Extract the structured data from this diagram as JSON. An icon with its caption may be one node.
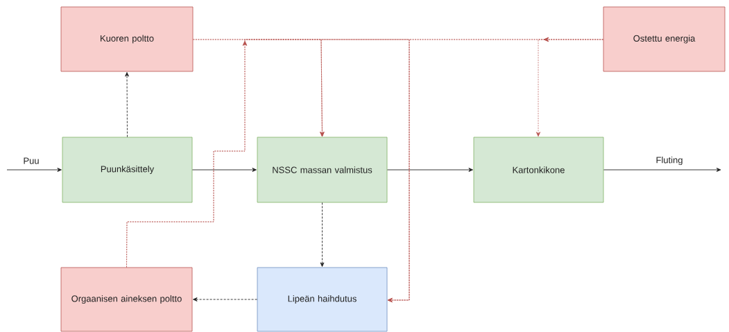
{
  "diagram": {
    "nodes": [
      {
        "text": [
          "Kuoren poltto"
        ]
      },
      {
        "text": [
          "Ostettu energia"
        ]
      },
      {
        "text": [
          "Puunkäsittely"
        ]
      },
      {
        "text": [
          "NSSC massan valmistus"
        ]
      },
      {
        "text": [
          "Kartonkikone"
        ]
      },
      {
        "text": [
          "Orgaanisen aineksen poltto"
        ]
      },
      {
        "text": [
          "Lipeän haihdutus"
        ]
      }
    ],
    "edges": [
      {
        "from": null,
        "to": 2,
        "arrow": "to",
        "label": "Puu"
      },
      {
        "from": 2,
        "to": 0,
        "arrow": "to",
        "style": "dashed"
      },
      {
        "from": 2,
        "to": 3,
        "arrow": "to"
      },
      {
        "from": 3,
        "to": 4,
        "arrow": "to"
      },
      {
        "from": 4,
        "to": null,
        "arrow": "to",
        "label": "Fluting"
      },
      {
        "from": 3,
        "to": 6,
        "arrow": "to",
        "style": "dashed"
      },
      {
        "from": 6,
        "to": 5,
        "arrow": "to",
        "style": "dashed"
      },
      {
        "from": 0,
        "to": 3,
        "arrow": "to",
        "style": "dashed",
        "color": "#b85450"
      },
      {
        "from": 0,
        "to": 6,
        "arrow": "to",
        "style": "dashed",
        "color": "#b85450"
      },
      {
        "from": 5,
        "to": 3,
        "arrow": "to",
        "style": "dashed",
        "color": "#b85450"
      },
      {
        "from": 5,
        "to": 6,
        "arrow": "to",
        "style": "dashed",
        "color": "#b85450"
      },
      {
        "from": 1,
        "to": 4,
        "arrow": "to",
        "style": "dashed",
        "color": "#b85450"
      },
      {
        "from": 1,
        "to": 3,
        "arrow": "to",
        "style": "dashed",
        "color": "#b85450"
      },
      {
        "from": 1,
        "to": 6,
        "arrow": "to",
        "style": "dashed",
        "color": "#b85450"
      }
    ]
  }
}
